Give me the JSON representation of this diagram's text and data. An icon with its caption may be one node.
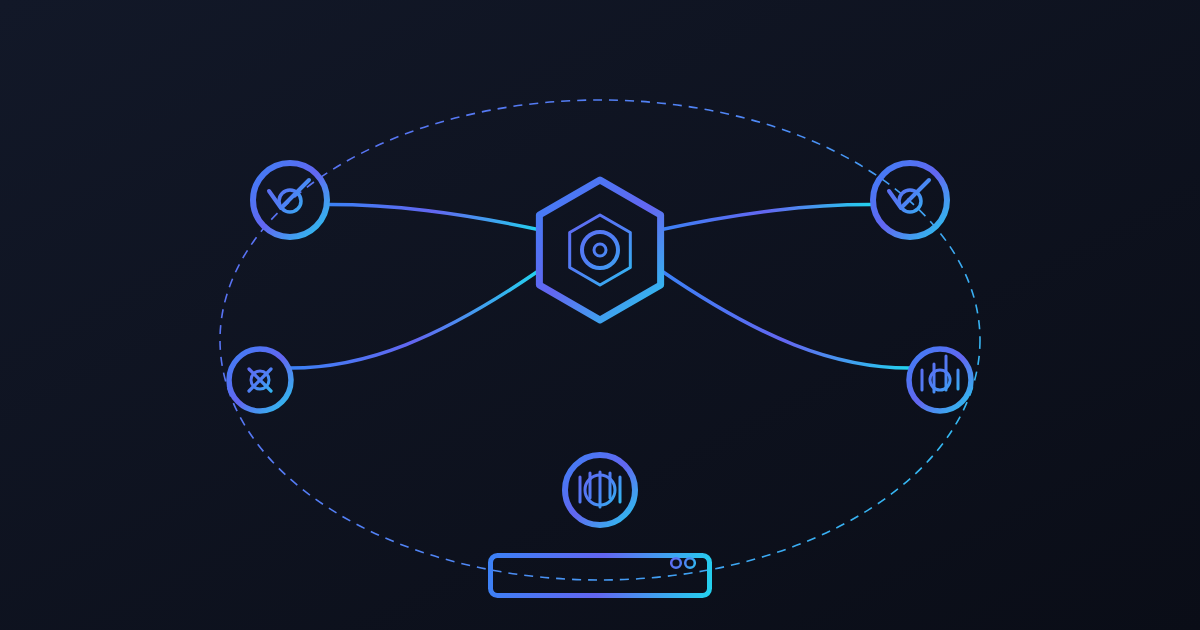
{
  "diagram": {
    "nodes": [
      {
        "text": [],
        "shape": "circle"
      },
      {
        "text": [],
        "shape": "hexagon"
      },
      {
        "text": [],
        "shape": "circle"
      },
      {
        "text": [],
        "shape": "circle"
      },
      {
        "text": [],
        "shape": "circle"
      },
      {
        "text": [],
        "shape": "circle"
      },
      {
        "text": [],
        "shape": "box"
      }
    ],
    "edges": [
      {
        "from": 1,
        "to": 0,
        "arrow": "none"
      },
      {
        "from": 1,
        "to": 2,
        "arrow": "none"
      },
      {
        "from": 1,
        "to": 3,
        "arrow": "none"
      },
      {
        "from": 1,
        "to": 4,
        "arrow": "none"
      }
    ]
  }
}
